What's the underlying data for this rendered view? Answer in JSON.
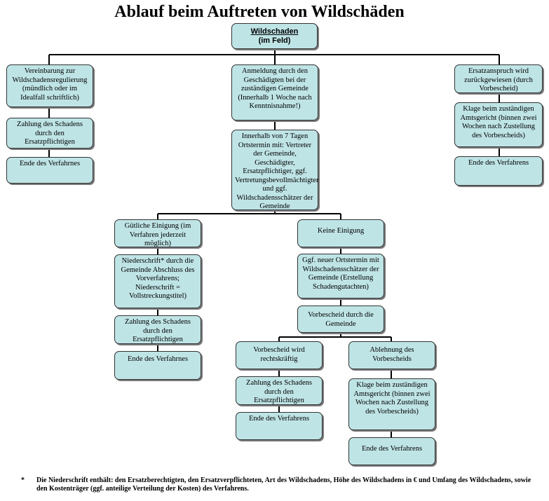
{
  "title": "Ablauf beim Auftreten von Wildschäden",
  "boxes": {
    "wildschaden_line1": "Wildschaden",
    "wildschaden_line2": "(im Feld)",
    "vereinbarung": "Vereinbarung zur Wildschadensregulierung (mündlich oder im Idealfall schriftlich)",
    "zahlung_links": "Zahlung des Schadens durch den Ersatzpflichtigen",
    "ende_links": "Ende des Verfahrnes",
    "anmeldung": "Anmeldung durch den Geschädigten bei der zuständigen Gemeinde (Innerhalb 1 Woche nach Kenntnisnahme!)",
    "ortstermin": "Innerhalb von 7 Tagen Ortstermin mit: Vertreter der Gemeinde, Geschädigter, Ersatzpflichtiger, ggf. Vertretungsbevollmächtigter und ggf. Wildschadensschätzer der Gemeinde",
    "ersatzanspruch": "Ersatzanspruch wird zurückgewiesen (durch Vorbescheid)",
    "klage_rechts": "Klage beim zuständigen Amtsgericht (binnen zwei Wochen nach Zustellung des Vorbescheids)",
    "ende_rechts": "Ende des Verfahrens",
    "guetliche": "Gütliche Einigung (im Verfahren jederzeit möglich)",
    "niederschrift": "Niederschrift* durch die Gemeinde Abschluss des Vorverfahrens; Niederschrift = Vollstreckungstitel)",
    "zahlung_mitte": "Zahlung des Schadens durch den Ersatzpflichtigen",
    "ende_mitte": "Ende des Verfahrnes",
    "keine_einigung": "Keine Einigung",
    "neuer_ortstermin": "Ggf. neuer Ortstermin mit Wildschadensschätzer der Gemeinde (Erstellung Schadengutachten)",
    "vorbescheid": "Vorbescheid durch die Gemeinde",
    "vorbescheid_rechtskraeftig": "Vorbescheid wird rechtskräftig",
    "zahlung_unten": "Zahlung des Schadens durch den Ersatzpflichtigen",
    "ende_unten": "Ende des Verfahrens",
    "ablehnung": "Ablehnung des Vorbescheids",
    "klage_unten": "Klage beim zuständigen Amtsgericht (binnen zwei Wochen nach Zustellung des Vorbescheids)",
    "ende_unten_rechts": "Ende des Verfahrens"
  },
  "footnote": {
    "marker": "*",
    "text": "Die Niederschrift enthält: den Ersatzberechtigten, den Ersatzverpflichteten, Art des Wildschadens, Höhe des Wildschadens in € und Umfang des Wildschadens, sowie den Kostenträger (ggf. anteilige Verteilung der Kosten) des Verfahrens."
  }
}
